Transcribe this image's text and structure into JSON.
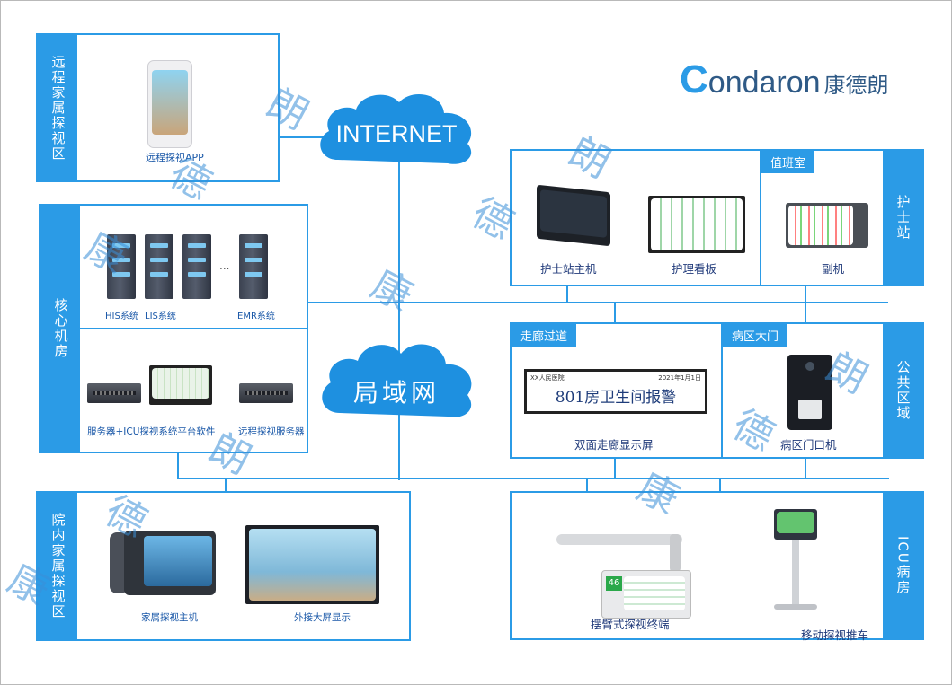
{
  "logo": {
    "brand_initial": "C",
    "brand_rest": "ondaron",
    "brand_cn": "康德朗"
  },
  "clouds": {
    "internet": "INTERNET",
    "lan": "局域网"
  },
  "zones": {
    "remote": {
      "title": "远程家属探视区",
      "app_caption": "远程探视APP"
    },
    "core": {
      "title": "核心机房",
      "his": "HIS系统",
      "lis": "LIS系统",
      "ellipsis": "...",
      "emr": "EMR系统",
      "server_caption": "服务器+ICU探视系统平台软件",
      "remote_server_caption": "远程探视服务器"
    },
    "inhospital": {
      "title": "院内家属探视区",
      "host_caption": "家属探视主机",
      "bigscreen_caption": "外接大屏显示"
    },
    "nurse": {
      "title": "护士站",
      "duty_tag": "值班室",
      "host_caption": "护士站主机",
      "board_caption": "护理看板",
      "sub_caption": "副机"
    },
    "public": {
      "title": "公共区域",
      "corridor_tag": "走廊过道",
      "gate_tag": "病区大门",
      "led_left": "XX人民医院",
      "led_date": "2021年1月1日",
      "led_text": "801房卫生间报警",
      "corridor_caption": "双面走廊显示屏",
      "gate_caption": "病区门口机"
    },
    "icu": {
      "title": "ICU病房",
      "arm_caption": "摆臂式探视终端",
      "cart_caption": "移动探视推车",
      "arm_number": "46"
    }
  },
  "watermark": [
    "康",
    "德",
    "朗"
  ],
  "colors": {
    "accent": "#2b9be6",
    "cloud": "#1e90e0",
    "caption": "#1a58a8"
  }
}
